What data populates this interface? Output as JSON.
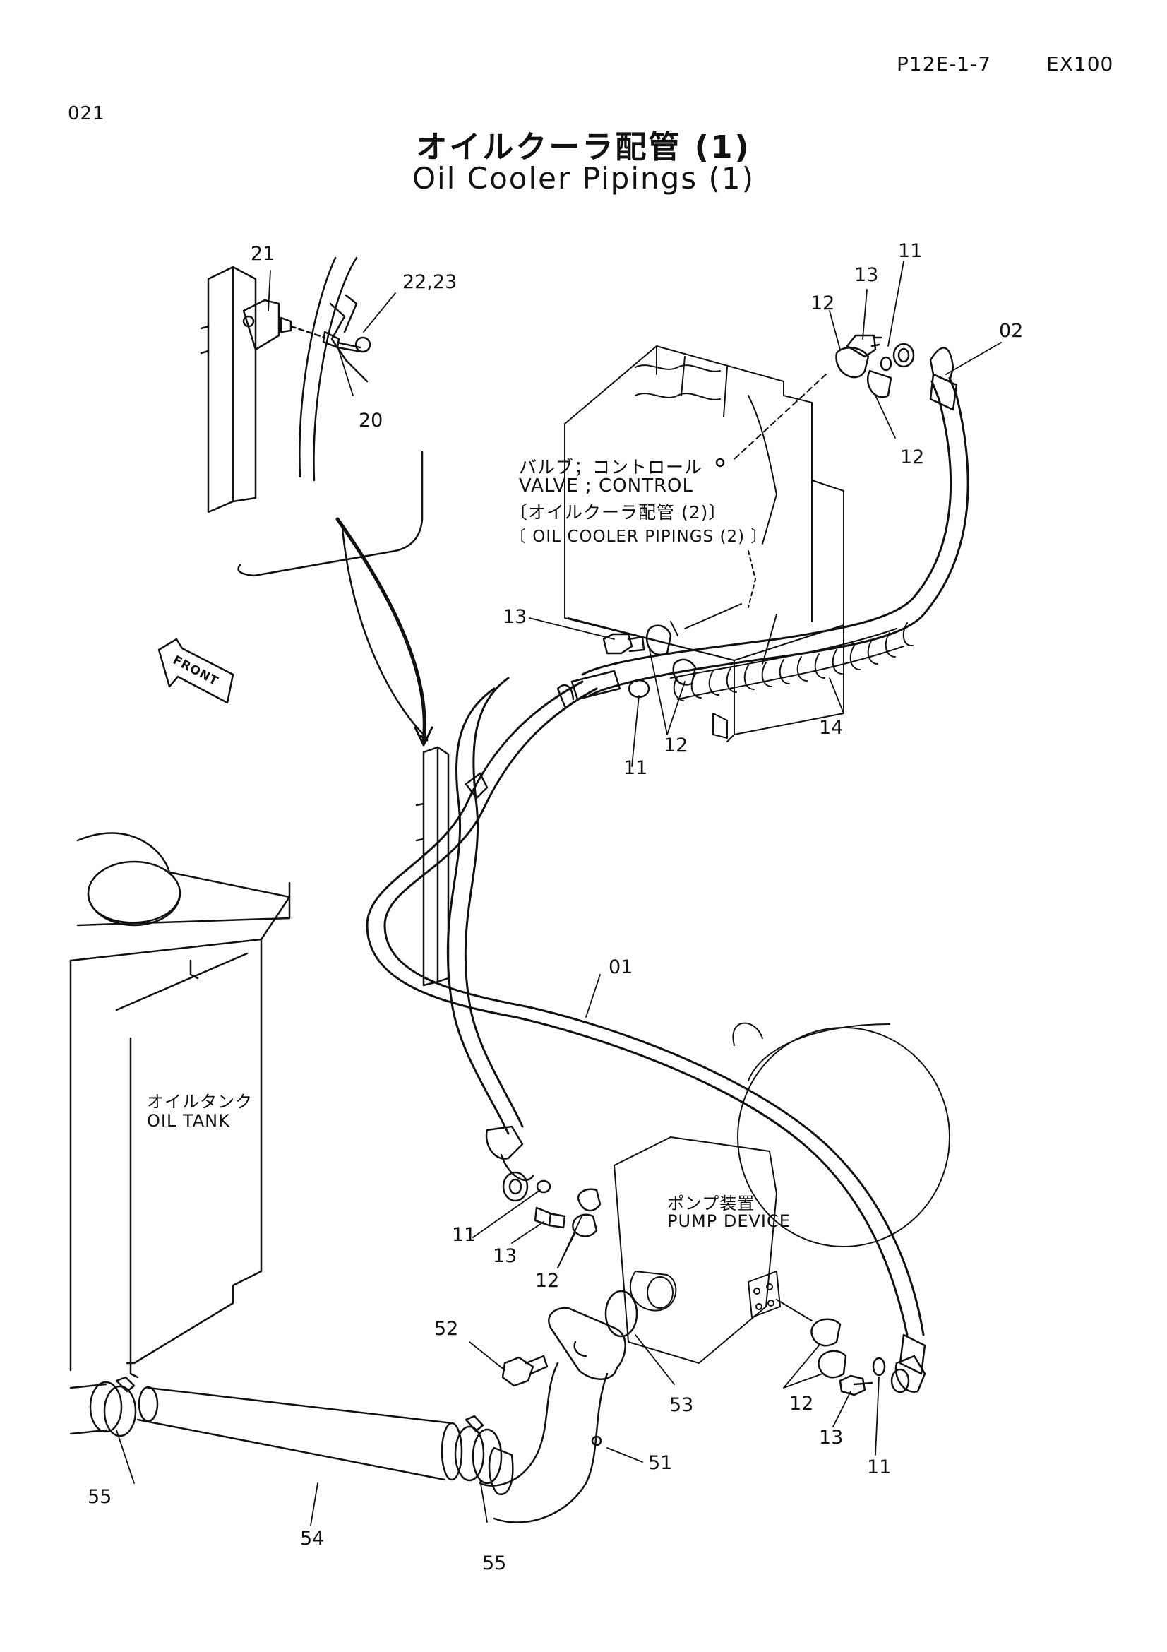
{
  "header": {
    "page_code": "P12E-1-7",
    "model": "EX100",
    "figure_no": "021"
  },
  "title": {
    "jp": "オイルクーラ配管 (1)",
    "en": "Oil Cooler Pipings (1)"
  },
  "labels": {
    "valve_jp": "バルブ；コントロール",
    "valve_en": "VALVE ; CONTROL",
    "valve_ref_jp": "〔オイルクーラ配管 (2)〕",
    "valve_ref_en": "〔 OIL  COOLER  PIPINGS (2) 〕",
    "tank_jp": "オイルタンク",
    "tank_en": "OIL  TANK",
    "pump_jp": "ポンプ装置",
    "pump_en": "PUMP  DEVICE",
    "front": "FRONT"
  },
  "part_numbers": {
    "p21": "21",
    "p22_23": "22,23",
    "p20": "20",
    "p11_top": "11",
    "p13_top": "13",
    "p12_top": "12",
    "p02": "02",
    "p12_top_b": "12",
    "p13_mid": "13",
    "p12_mid": "12",
    "p11_mid": "11",
    "p14": "14",
    "p01": "01",
    "p11_low": "11",
    "p13_low": "13",
    "p12_low": "12",
    "p52": "52",
    "p53": "53",
    "p12_right": "12",
    "p13_right": "13",
    "p11_right": "11",
    "p51": "51",
    "p54": "54",
    "p55_left": "55",
    "p55_right": "55"
  }
}
